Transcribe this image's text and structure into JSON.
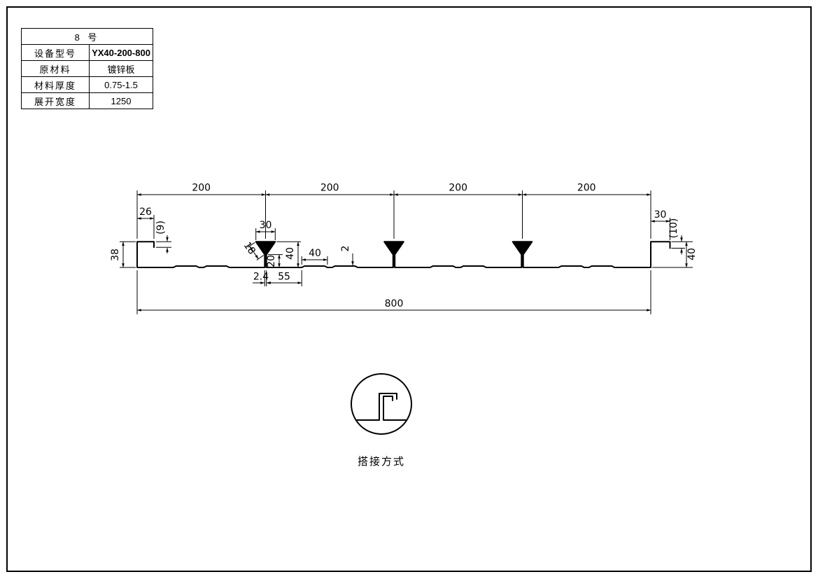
{
  "title_block": {
    "header": "8  号",
    "rows": [
      {
        "label": "设备型号",
        "value": "YX40-200-800"
      },
      {
        "label": "原材料",
        "value": "镀锌板"
      },
      {
        "label": "材料厚度",
        "value": "0.75-1.5"
      },
      {
        "label": "展开宽度",
        "value": "1250"
      }
    ]
  },
  "dims": {
    "spans": [
      "200",
      "200",
      "200",
      "200"
    ],
    "overall": "800",
    "left_cap": "26",
    "left_lip": "(9)",
    "left_height": "38",
    "rib_cap": "30",
    "rib_wall": "18",
    "rib_neck_h": "20",
    "rib_h": "40",
    "stiff_w": "40",
    "stiff_d": "2",
    "neck_w": "2.4",
    "stiff_off": "55",
    "right_cap": "30",
    "right_lip": "(10)",
    "right_height": "40"
  },
  "detail": {
    "label": "搭接方式"
  }
}
